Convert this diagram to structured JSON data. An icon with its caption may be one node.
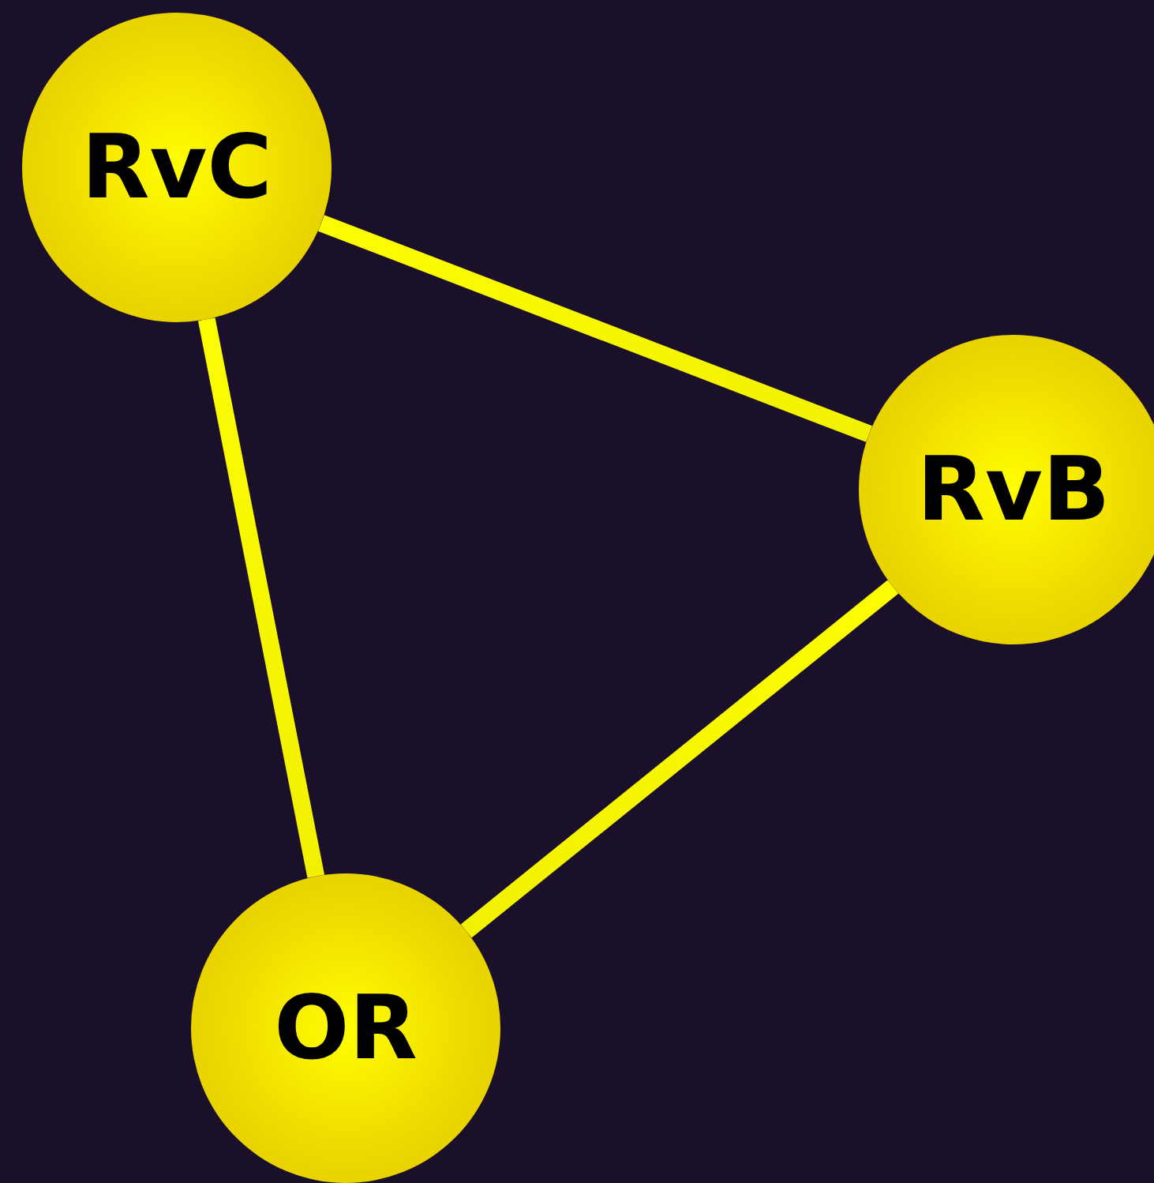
{
  "diagram": {
    "nodes": [
      {
        "text": [
          "RvC"
        ]
      },
      {
        "text": [
          "RvB"
        ]
      },
      {
        "text": [
          "OR"
        ]
      }
    ],
    "edges": [
      {
        "from": 0,
        "to": 1,
        "arrow": "none"
      },
      {
        "from": 0,
        "to": 2,
        "arrow": "none"
      },
      {
        "from": 1,
        "to": 2,
        "arrow": "none"
      }
    ]
  }
}
